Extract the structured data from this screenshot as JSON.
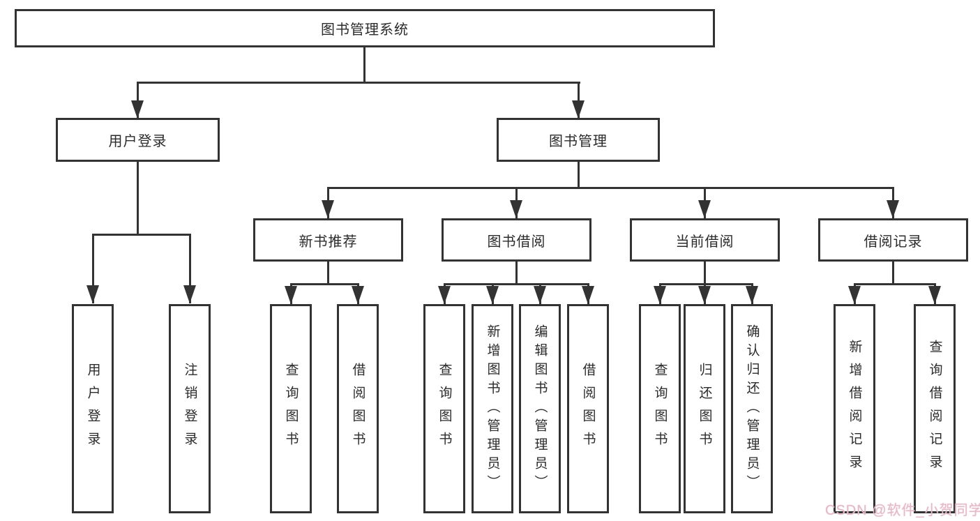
{
  "diagram": {
    "title": "图书管理系统",
    "type": "hierarchy-tree",
    "colors": {
      "line": "#333333",
      "text": "#2b2b2b",
      "background": "#ffffff",
      "watermark": "#e2bcc8"
    },
    "root": {
      "label": "图书管理系统"
    },
    "level2": [
      {
        "id": "user-login",
        "label": "用户登录"
      },
      {
        "id": "book-management",
        "label": "图书管理"
      }
    ],
    "level3": [
      {
        "id": "new-book-recommend",
        "label": "新书推荐",
        "parent": "图书管理"
      },
      {
        "id": "book-borrow",
        "label": "图书借阅",
        "parent": "图书管理"
      },
      {
        "id": "current-borrow",
        "label": "当前借阅",
        "parent": "图书管理"
      },
      {
        "id": "borrow-records",
        "label": "借阅记录",
        "parent": "图书管理"
      }
    ],
    "leaves": {
      "login": [
        "用户登录",
        "注销登录"
      ],
      "recommend": [
        "查询图书",
        "借阅图书"
      ],
      "borrow": [
        "查询图书",
        "新增图书（管理员）",
        "编辑图书（管理员）",
        "借阅图书"
      ],
      "current": [
        "查询图书",
        "归还图书",
        "确认归还（管理员）"
      ],
      "records": [
        "新增借阅记录",
        "查询借阅记录"
      ]
    }
  },
  "watermark": {
    "text": "CSDN @软件_小贺同学"
  }
}
